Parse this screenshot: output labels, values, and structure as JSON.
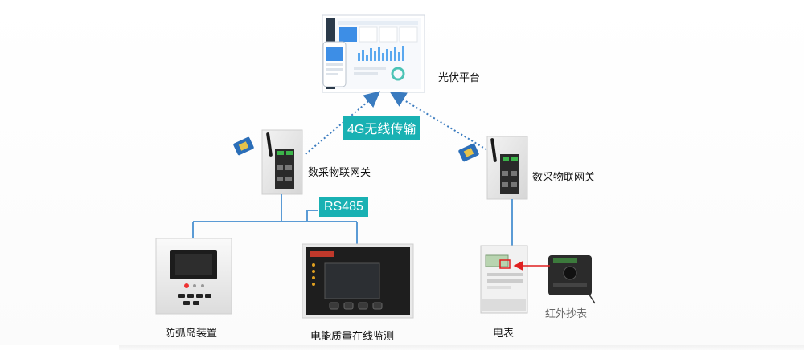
{
  "platform": {
    "label": "光伏平台"
  },
  "wireless": {
    "label": "4G无线传输"
  },
  "bus": {
    "label": "RS485"
  },
  "gateway_left": {
    "label": "数采物联网关"
  },
  "gateway_right": {
    "label": "数采物联网关"
  },
  "devices": {
    "anti_islanding": "防弧岛装置",
    "power_quality": "电能质量在线监测",
    "meter": "电表",
    "ir_reader": "红外抄表"
  },
  "colors": {
    "accent": "#19b1b3",
    "line": "#5b9bd5",
    "dotted": "#3a7bbf",
    "arrow_red": "#e02020"
  }
}
